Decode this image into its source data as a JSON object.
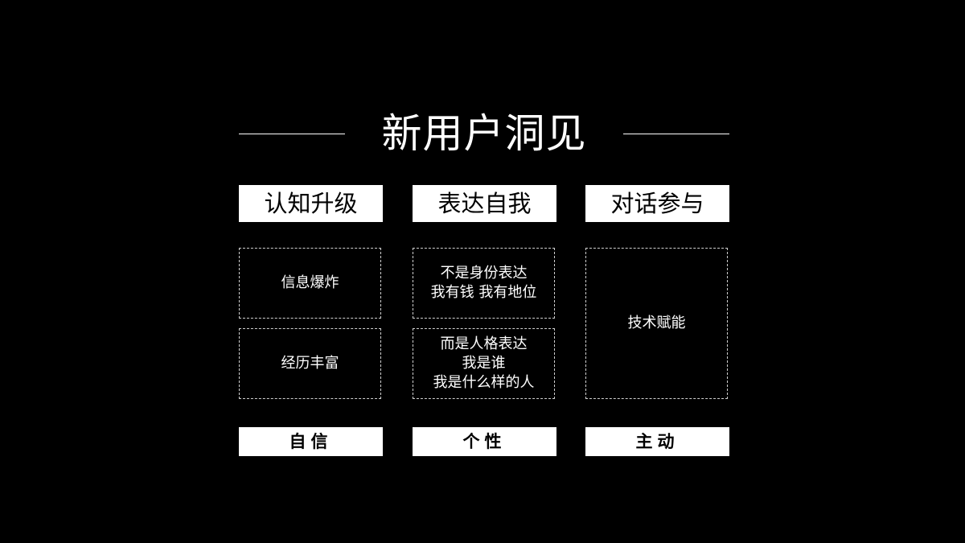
{
  "title": "新用户洞见",
  "columns": [
    {
      "header": "认知升级",
      "box_top": "信息爆炸",
      "box_bottom": "经历丰富",
      "footer": "自信"
    },
    {
      "header": "表达自我",
      "box_top": "不是身份表达\n我有钱 我有地位",
      "box_bottom": "而是人格表达\n我是谁\n我是什么样的人",
      "footer": "个性"
    },
    {
      "header": "对话参与",
      "box_full": "技术赋能",
      "footer": "主动"
    }
  ],
  "colors": {
    "background": "#000000",
    "foreground": "#ffffff",
    "dashed_border": "#cfcfcf"
  }
}
